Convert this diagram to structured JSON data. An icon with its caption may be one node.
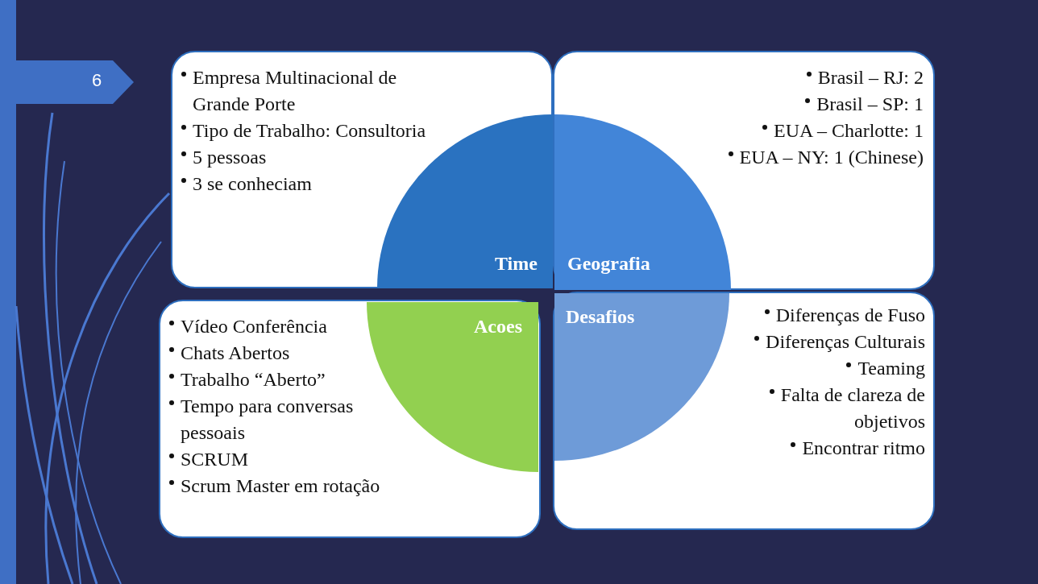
{
  "diagram": {
    "nodes": [
      {
        "text": [
          "Empresa Multinacional de Grande Porte",
          "Tipo de Trabalho: Consultoria",
          "5 pessoas",
          "3 se conheciam"
        ]
      },
      {
        "text": [
          "Brasil – RJ: 2",
          "Brasil – SP: 1",
          "EUA – Charlotte: 1",
          "EUA – NY: 1 (Chinese)"
        ]
      },
      {
        "text": [
          "Vídeo Conferência",
          "Chats Abertos",
          "Trabalho “Aberto”",
          "Tempo para conversas pessoais",
          "SCRUM",
          "Scrum Master em rotação"
        ]
      },
      {
        "text": [
          "Diferenças de Fuso",
          "Diferenças Culturais",
          "Teaming",
          "Falta de clareza de objetivos",
          "Encontrar ritmo"
        ]
      },
      {
        "text": [
          "Time"
        ],
        "in": 0
      },
      {
        "text": [
          "Geografia"
        ],
        "in": 1
      },
      {
        "text": [
          "Acoes"
        ],
        "in": 2
      },
      {
        "text": [
          "Desafios"
        ],
        "in": 3
      }
    ],
    "labels": [
      "6"
    ]
  }
}
